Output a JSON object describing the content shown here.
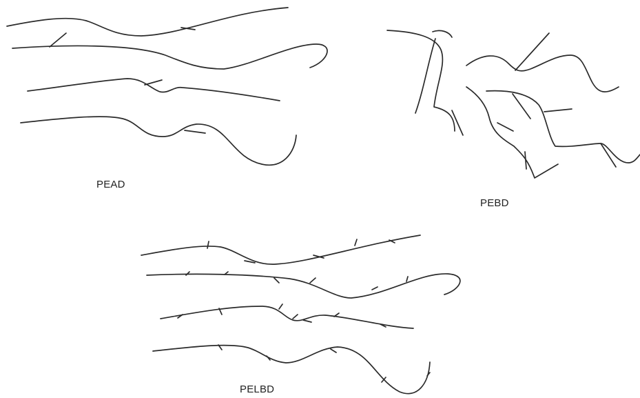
{
  "panels": {
    "pead": {
      "label": "PEAD"
    },
    "pebd": {
      "label": "PEBD"
    },
    "pelbd": {
      "label": "PELBD"
    }
  },
  "colors": {
    "stroke": "#2a2a2a",
    "background": "#ffffff",
    "text": "#222222"
  }
}
